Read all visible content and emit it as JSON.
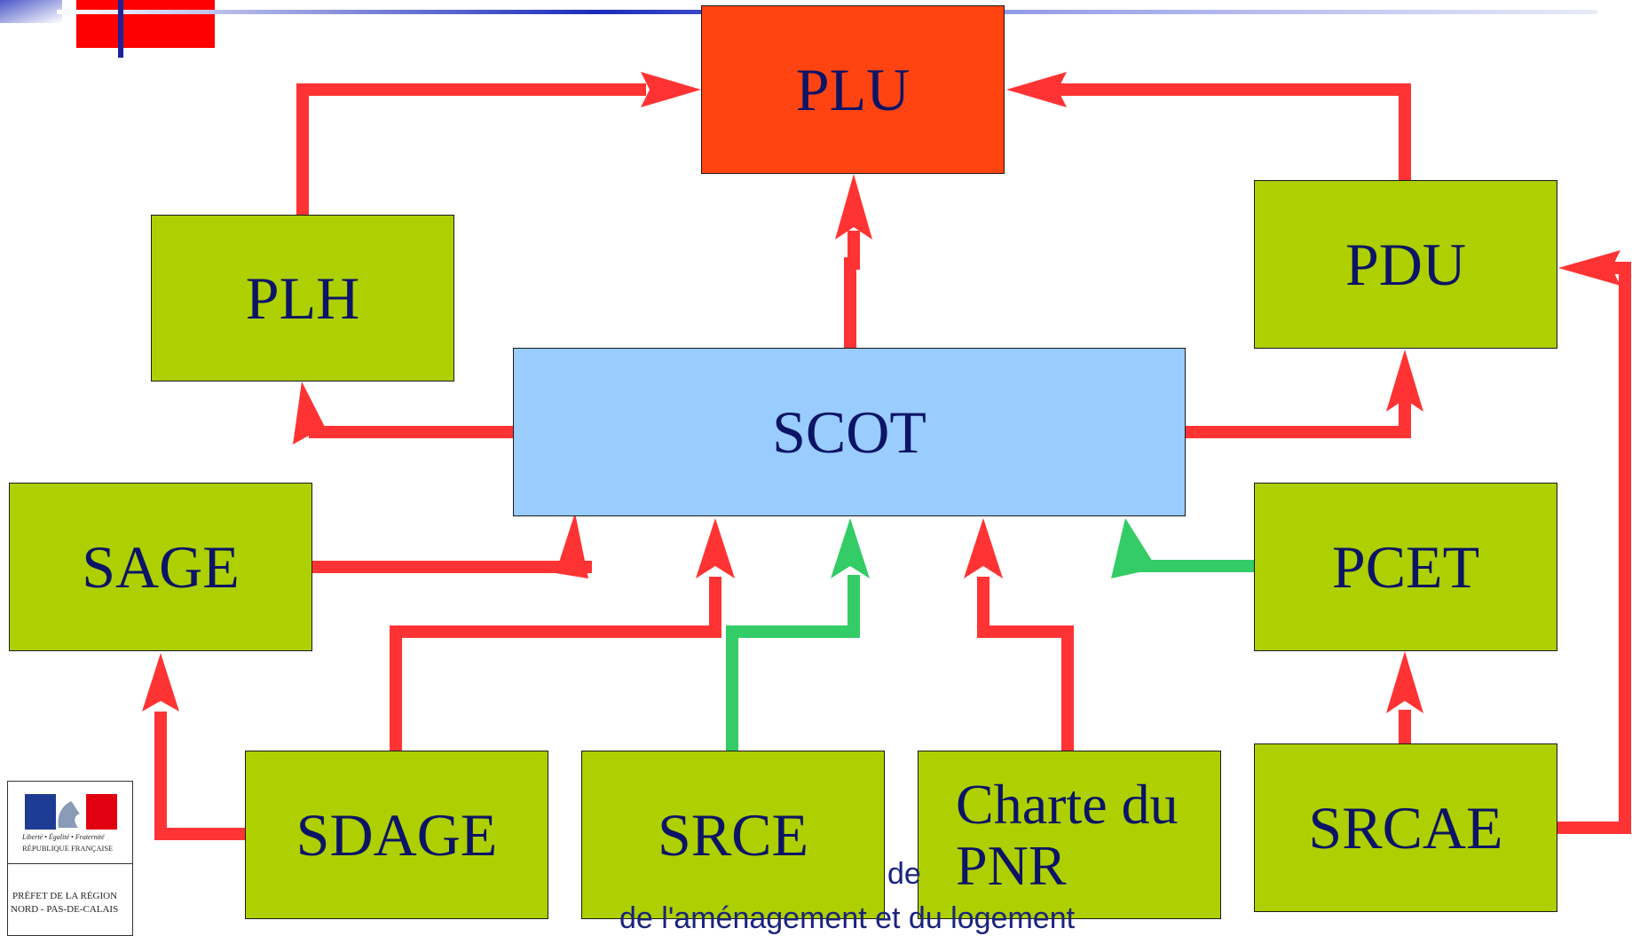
{
  "boxes": {
    "plu": "PLU",
    "plh": "PLH",
    "pdu": "PDU",
    "scot": "SCOT",
    "sage": "SAGE",
    "pcet": "PCET",
    "sdage": "SDAGE",
    "srce": "SRCE",
    "charte": "Charte du PNR",
    "srcae": "SRCAE"
  },
  "footer": {
    "line1_fragment": "de",
    "line2": "de l'aménagement et du logement"
  },
  "logo": {
    "motto": "Liberté • Égalité • Fraternité",
    "republic": "RÉPUBLIQUE FRANÇAISE",
    "prefet_line1": "PRÉFET DE LA RÉGION",
    "prefet_line2": "NORD - PAS-DE-CALAIS"
  },
  "colors": {
    "compatibility_arrow": "#ff3333",
    "consideration_arrow": "#33cc66",
    "plu_fill": "#ff4411",
    "scot_fill": "#99ccff",
    "document_fill": "#aecf00",
    "text": "#0c1466"
  }
}
